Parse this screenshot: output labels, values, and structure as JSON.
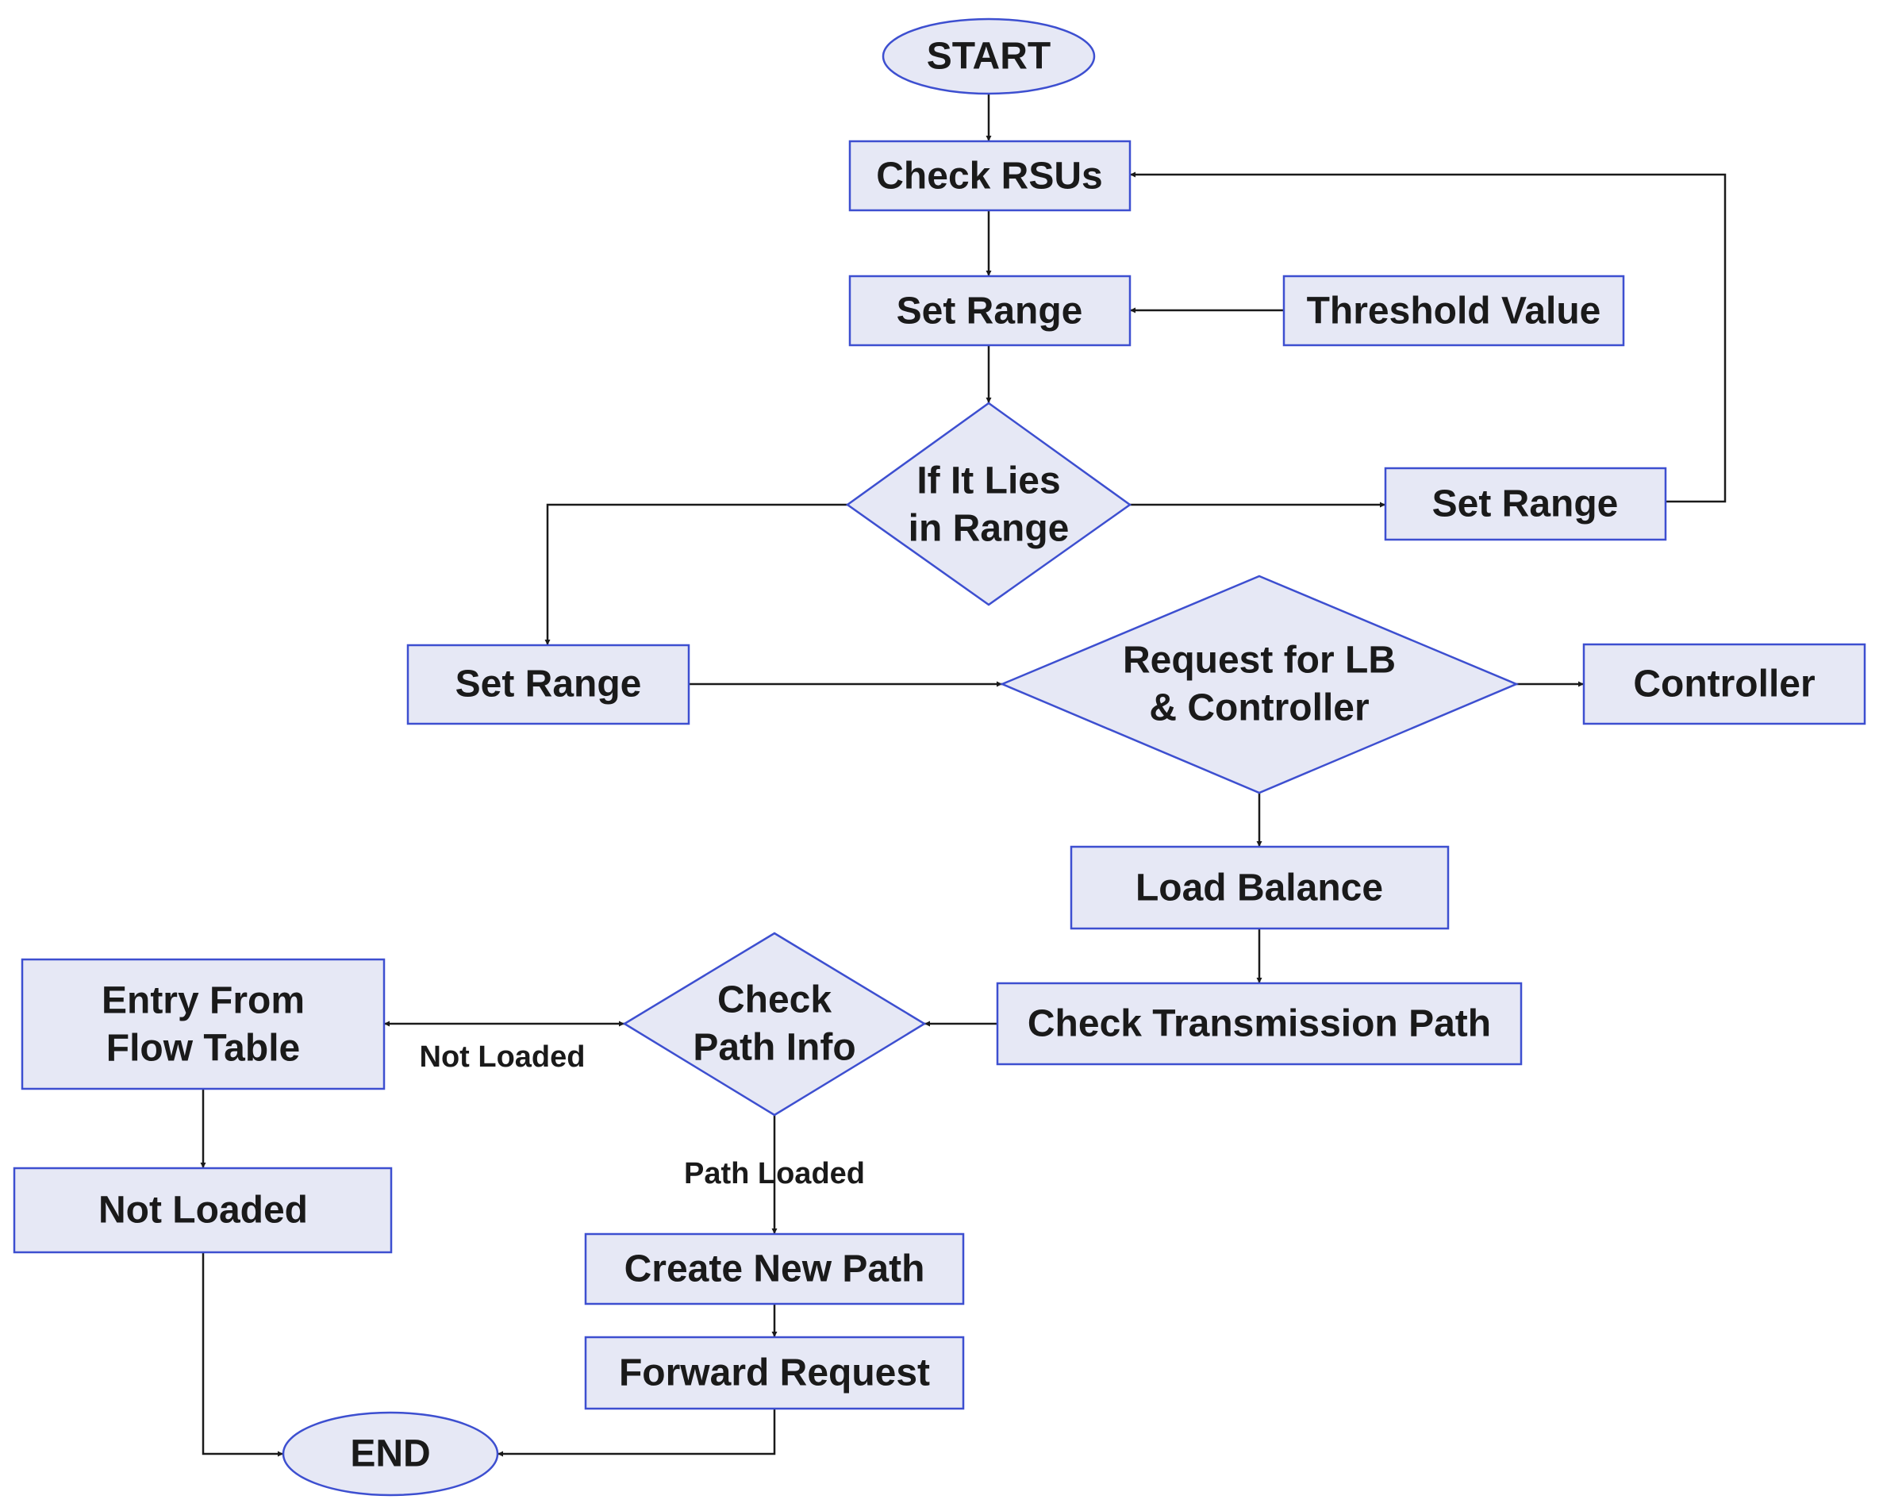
{
  "nodes": {
    "start": "START",
    "check_rsus": "Check RSUs",
    "set_range_1": "Set Range",
    "threshold_value": "Threshold Value",
    "decision_in_range": [
      "If It Lies",
      "in Range"
    ],
    "set_range_right": "Set Range",
    "set_range_left": "Set Range",
    "decision_request": [
      "Request for LB",
      "& Controller"
    ],
    "controller": "Controller",
    "load_balance": "Load Balance",
    "check_transmission_path": "Check Transmission Path",
    "decision_path_info": [
      "Check",
      "Path Info"
    ],
    "entry_flow_table": [
      "Entry From",
      "Flow Table"
    ],
    "not_loaded_box": "Not Loaded",
    "create_new_path": "Create New Path",
    "forward_request": "Forward Request",
    "end": "END"
  },
  "edge_labels": {
    "not_loaded": "Not Loaded",
    "path_loaded": "Path Loaded"
  },
  "colors": {
    "shape_fill": "#e6e8f5",
    "shape_stroke": "#3d4fd0",
    "line": "#1a1a1a"
  }
}
